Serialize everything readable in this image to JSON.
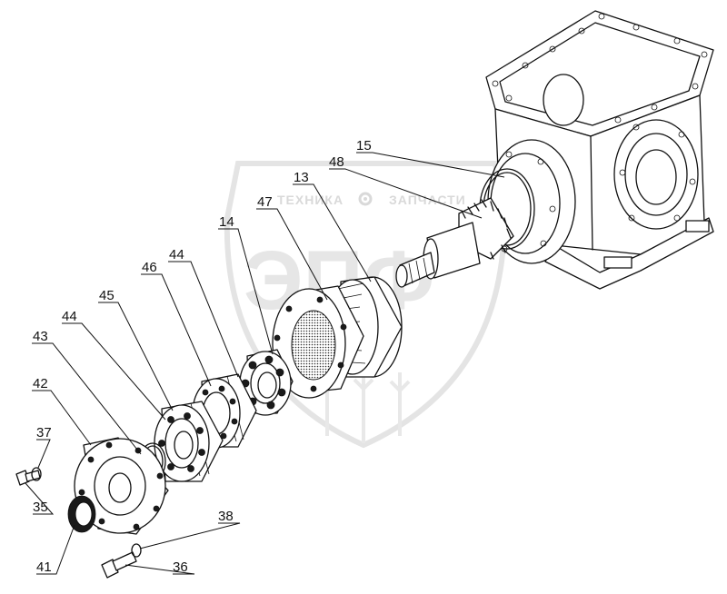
{
  "watermark": {
    "left_text": "ТЕХНИКА",
    "right_text": "ЗАПЧАСТИ",
    "monogram": "ЭПФ"
  },
  "callouts": [
    {
      "id": "c15",
      "label": "15"
    },
    {
      "id": "c48",
      "label": "48"
    },
    {
      "id": "c13",
      "label": "13"
    },
    {
      "id": "c47",
      "label": "47"
    },
    {
      "id": "c14",
      "label": "14"
    },
    {
      "id": "c44a",
      "label": "44"
    },
    {
      "id": "c46",
      "label": "46"
    },
    {
      "id": "c45",
      "label": "45"
    },
    {
      "id": "c44b",
      "label": "44"
    },
    {
      "id": "c43",
      "label": "43"
    },
    {
      "id": "c42",
      "label": "42"
    },
    {
      "id": "c37",
      "label": "37"
    },
    {
      "id": "c35",
      "label": "35"
    },
    {
      "id": "c41",
      "label": "41"
    },
    {
      "id": "c38",
      "label": "38"
    },
    {
      "id": "c36",
      "label": "36"
    }
  ]
}
